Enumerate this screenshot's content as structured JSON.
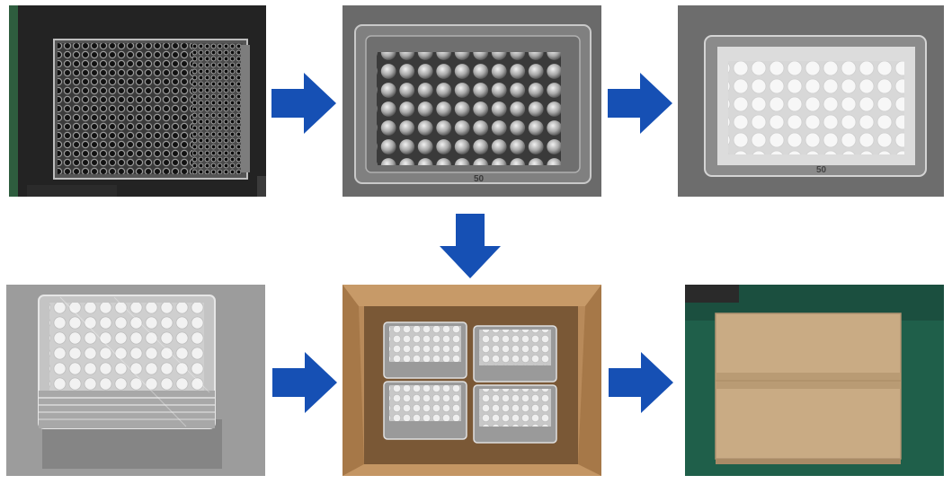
{
  "process_flow": {
    "arrow_color": "#1650b4",
    "steps": [
      {
        "id": "step-1",
        "subject": "metal-rack-tray-icon"
      },
      {
        "id": "step-2",
        "subject": "blister-tray-with-caps-icon"
      },
      {
        "id": "step-3",
        "subject": "blister-tray-with-seals-icon"
      },
      {
        "id": "step-4",
        "subject": "wrapped-stack-icon"
      },
      {
        "id": "step-5",
        "subject": "open-carton-with-stacks-icon"
      },
      {
        "id": "step-6",
        "subject": "sealed-carton-icon"
      }
    ],
    "tray_marking": "50"
  }
}
